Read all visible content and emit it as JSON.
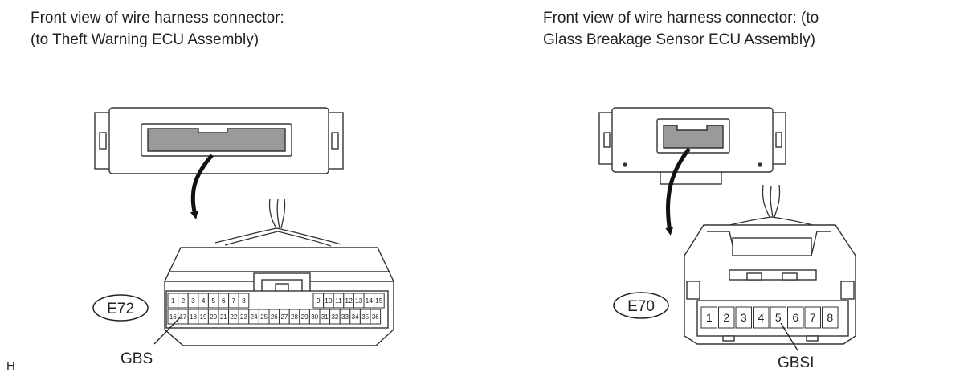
{
  "captions": {
    "left": {
      "line1": "Front view of wire harness connector:",
      "line2": "(to Theft Warning ECU Assembly)"
    },
    "right": {
      "line1": "Front view of wire harness connector: (to",
      "line2": "Glass Breakage Sensor ECU Assembly)"
    }
  },
  "left_connector": {
    "code": "E72",
    "top_row_pins": [
      "1",
      "2",
      "3",
      "4",
      "5",
      "6",
      "7",
      "8",
      "9",
      "10",
      "11",
      "12",
      "13",
      "14",
      "15"
    ],
    "bottom_row_pins": [
      "16",
      "17",
      "18",
      "19",
      "20",
      "21",
      "22",
      "23",
      "24",
      "25",
      "26",
      "27",
      "28",
      "29",
      "30",
      "31",
      "32",
      "33",
      "34",
      "35",
      "36"
    ],
    "terminal_label": "GBS"
  },
  "right_connector": {
    "code": "E70",
    "pins": [
      "1",
      "2",
      "3",
      "4",
      "5",
      "6",
      "7",
      "8"
    ],
    "terminal_label": "GBSI"
  },
  "corner_mark": "H"
}
